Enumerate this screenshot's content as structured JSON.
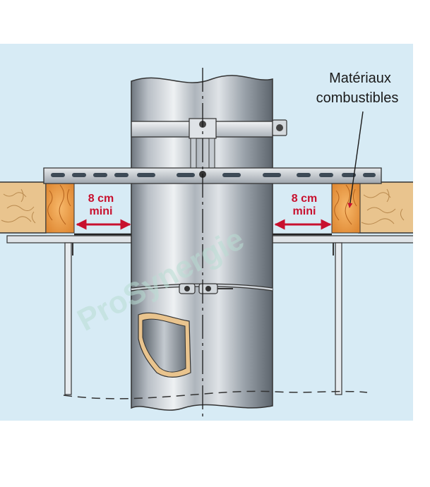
{
  "labels": {
    "materials_line1": "Matériaux",
    "materials_line2": "combustibles",
    "left_distance_value": "8 cm",
    "left_distance_sub": "mini",
    "right_distance_value": "8 cm",
    "right_distance_sub": "mini",
    "watermark": "ProSynergie"
  },
  "colors": {
    "background": "#d7ebf5",
    "wood": "#e9c48e",
    "insulation": "#f0a350",
    "pipe_mid": "#c9ced4",
    "dimension_red": "#c8102e",
    "outline": "#222222"
  }
}
